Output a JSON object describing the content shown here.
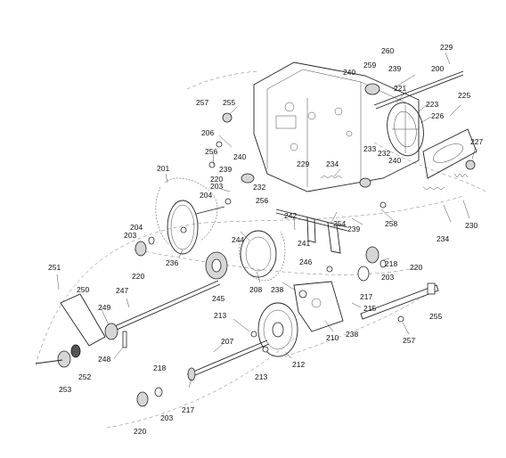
{
  "labels": [
    "200",
    "201",
    "203",
    "204",
    "206",
    "207",
    "208",
    "210",
    "212",
    "213",
    "215",
    "217",
    "218",
    "220",
    "221",
    "223",
    "225",
    "226",
    "227",
    "229",
    "230",
    "232",
    "233",
    "234",
    "236",
    "238",
    "239",
    "240",
    "241",
    "242",
    "244",
    "245",
    "246",
    "247",
    "248",
    "249",
    "250",
    "251",
    "252",
    "253",
    "254",
    "255",
    "256",
    "257",
    "258",
    "259",
    "260"
  ]
}
